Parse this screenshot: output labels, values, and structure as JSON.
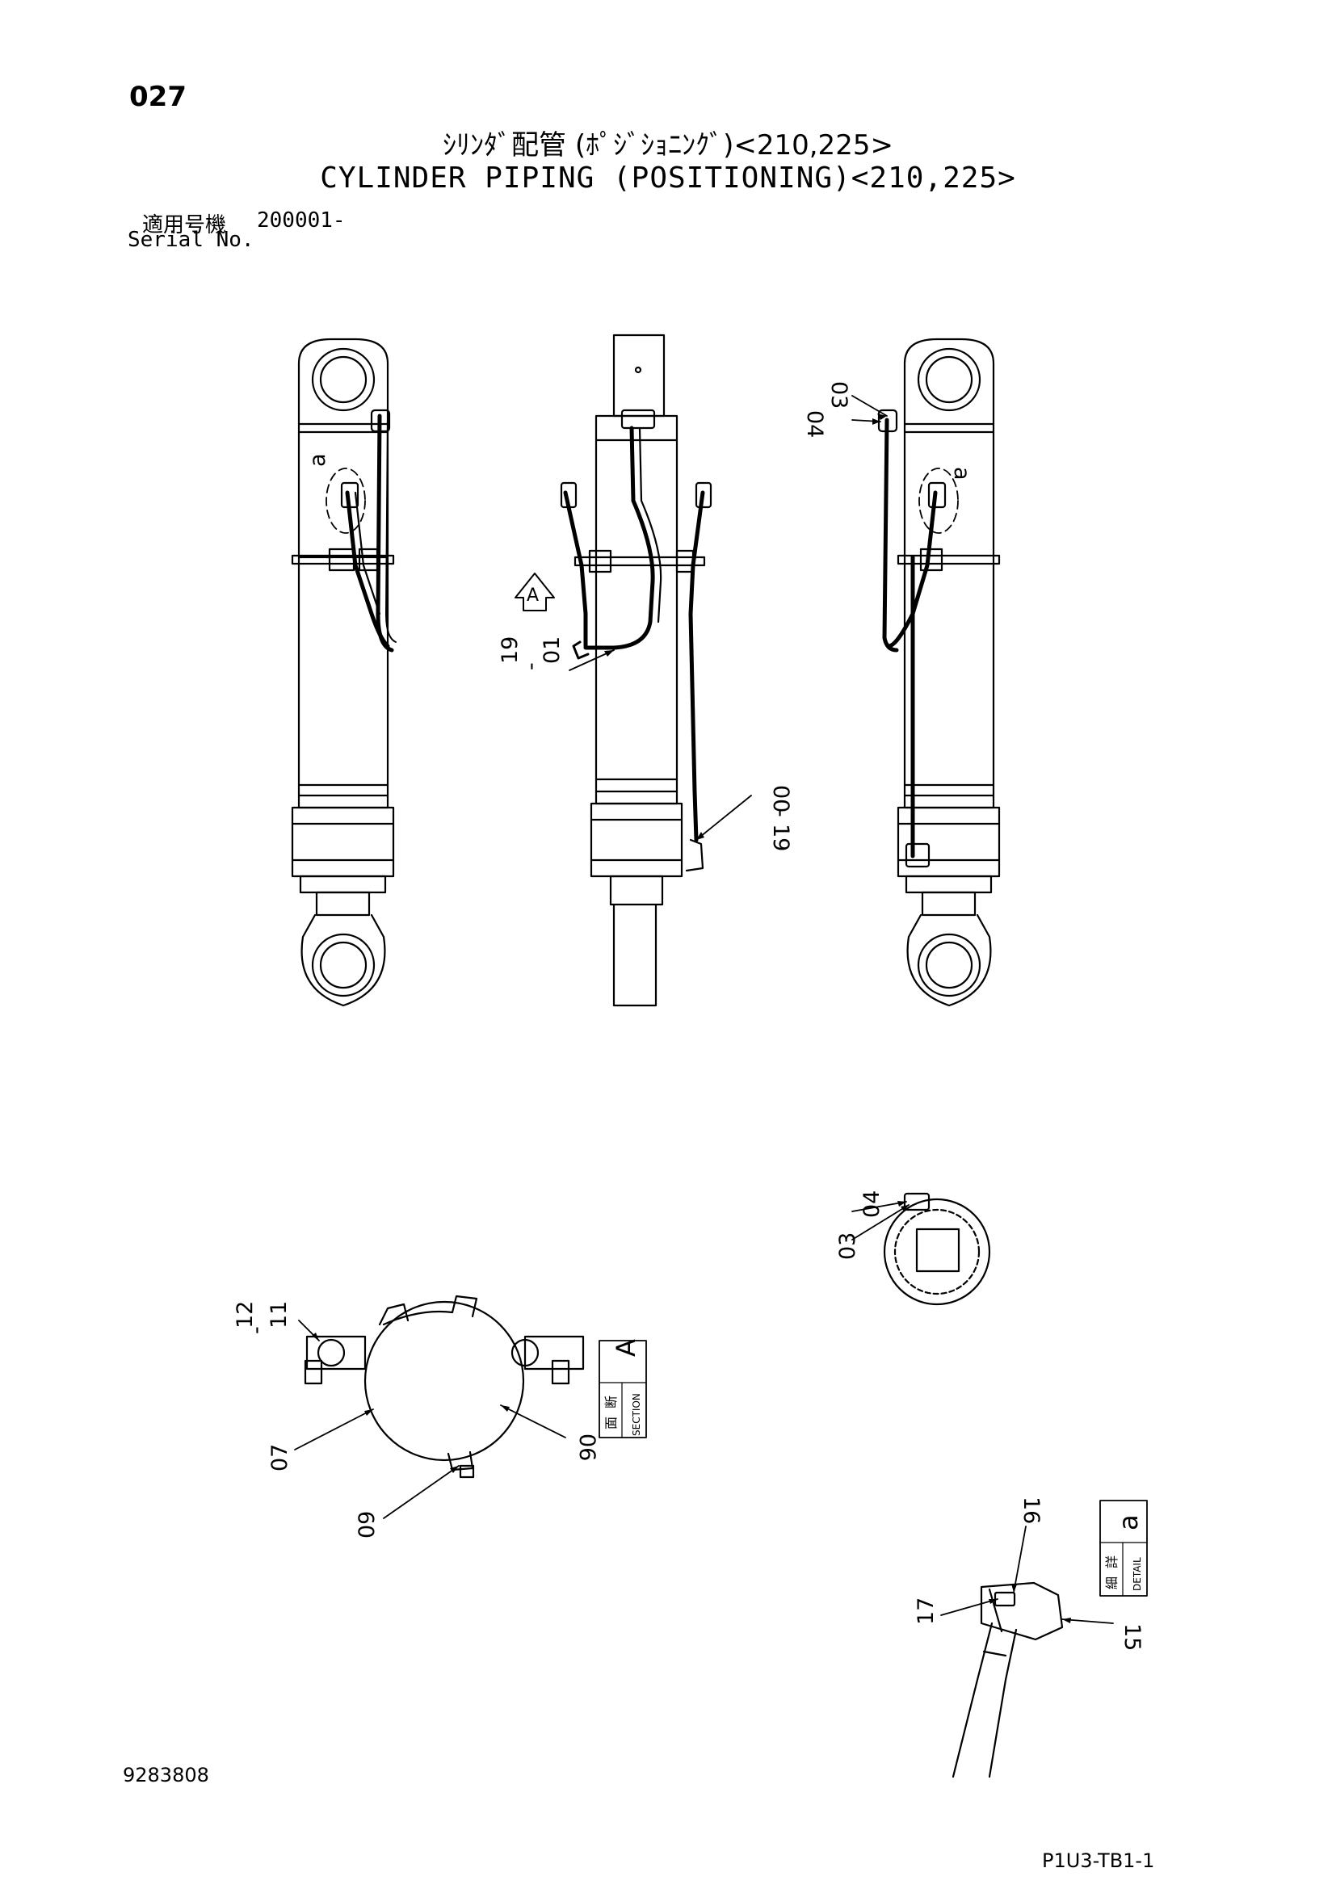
{
  "header": {
    "page_number": "027",
    "title_ja": "ｼﾘﾝﾀﾞ配管 (ﾎﾟｼﾞｼｮﾆﾝｸﾞ)<210,225>",
    "title_en": "CYLINDER PIPING (POSITIONING)<210,225>",
    "serial_label_ja": "適用号機",
    "serial_value": "200001-",
    "serial_label_en": "Serial No."
  },
  "callouts": {
    "c03_top": "03",
    "c04_top": "04",
    "c19_01": "19",
    "c01": "01",
    "c00": "00",
    "c19_00": "19",
    "c03_sec": "03",
    "c04_sec": "04",
    "c12": "12",
    "c11": "11",
    "c07": "07",
    "c06": "06",
    "c09": "09",
    "c16": "16",
    "c17": "17",
    "c15": "15",
    "dash1": "-",
    "dash2": "-",
    "dash3": "-"
  },
  "view_labels": {
    "a_left": "a",
    "a_right": "a",
    "arrow_a": "A"
  },
  "section_label": {
    "letter": "A",
    "ja_1": "断",
    "ja_2": "面",
    "en": "SECTION"
  },
  "detail_label": {
    "letter": "a",
    "ja_1": "詳",
    "ja_2": "細",
    "en": "DETAIL"
  },
  "footer": {
    "drawing_number": "9283808",
    "page_code": "P1U3-TB1-1"
  }
}
